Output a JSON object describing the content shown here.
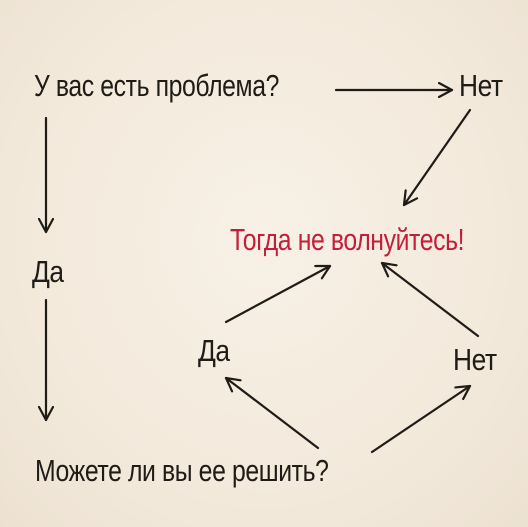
{
  "diagram": {
    "question_problem": "У вас есть проблема?",
    "answer_no_top": "Нет",
    "answer_yes_left": "Да",
    "conclusion": "Тогда не волнуйтесь!",
    "answer_yes_inner": "Да",
    "answer_no_inner": "Нет",
    "question_solve": "Можете ли вы ее решить?"
  },
  "colors": {
    "text": "#1f1b17",
    "accent": "#c41f3a",
    "background": "#f4ece0"
  }
}
